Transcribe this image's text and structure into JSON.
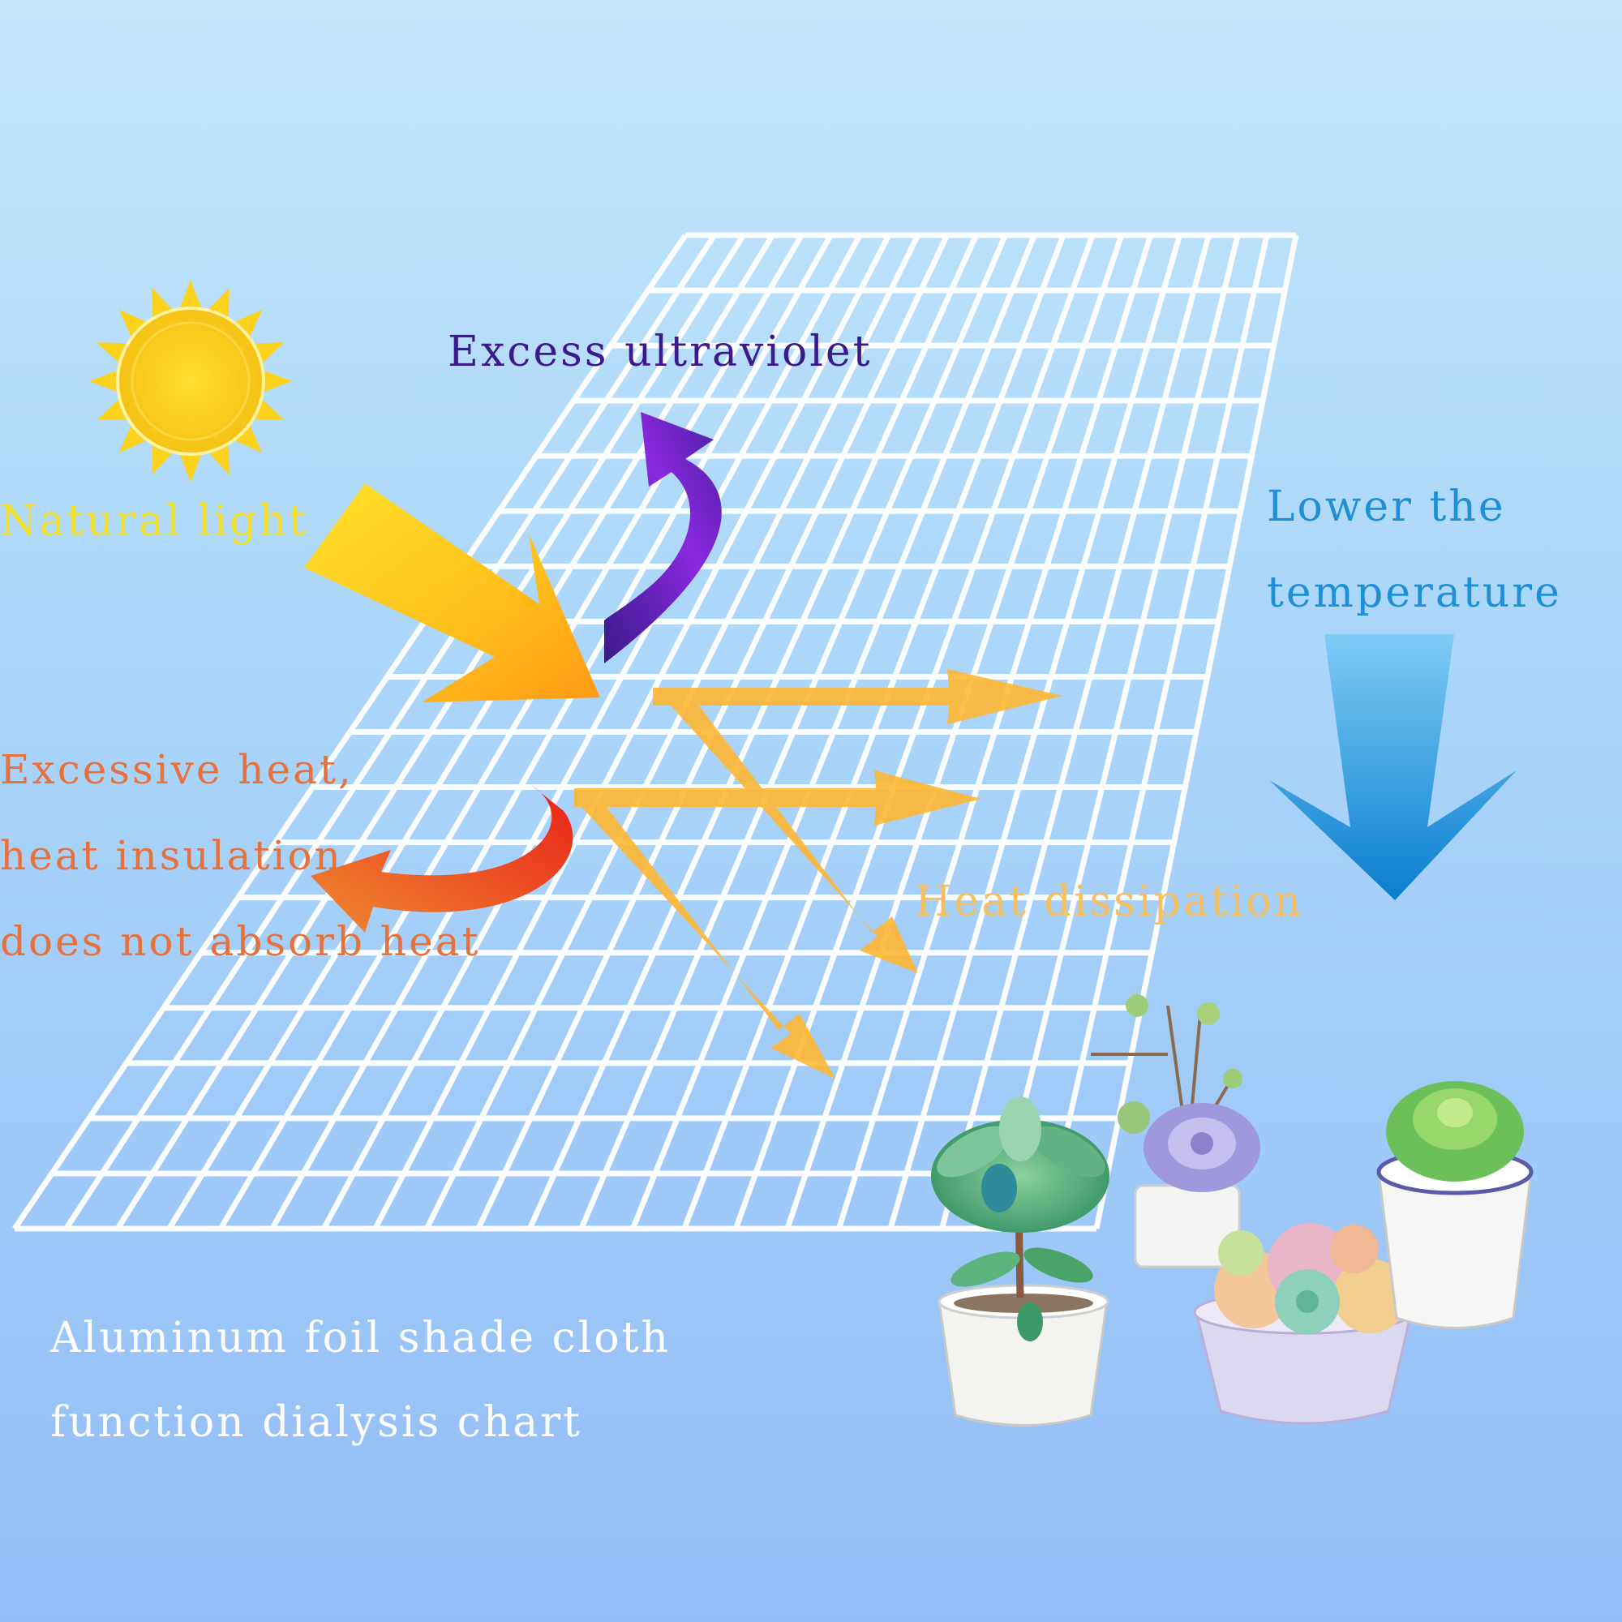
{
  "labels": {
    "excess_uv": "Excess ultraviolet",
    "natural_light": "Natural light",
    "heat_lines": [
      "Excessive heat,",
      "heat insulation",
      "does not absorb heat"
    ],
    "lower_lines": [
      "Lower the",
      "temperature"
    ],
    "heat_dissipation": "Heat dissipation",
    "title_lines": [
      "Aluminum foil shade cloth",
      "function dialysis chart"
    ]
  },
  "colors": {
    "excess_uv": "#3d1a8c",
    "natural_light": "#f5e12a",
    "heat": "#e8703a",
    "lower": "#1f8fd8",
    "heat_dissipation": "#f6c060",
    "title": "#ffffff",
    "grid_line": "#ffffff",
    "sun": "#fcd21c"
  },
  "icons": [
    "sun-icon",
    "shade-cloth-grid",
    "light-arrow-icon",
    "uv-curved-arrow-icon",
    "heat-curved-arrow-icon",
    "dissipation-arrows-icon",
    "down-arrow-icon",
    "potted-succulents"
  ]
}
